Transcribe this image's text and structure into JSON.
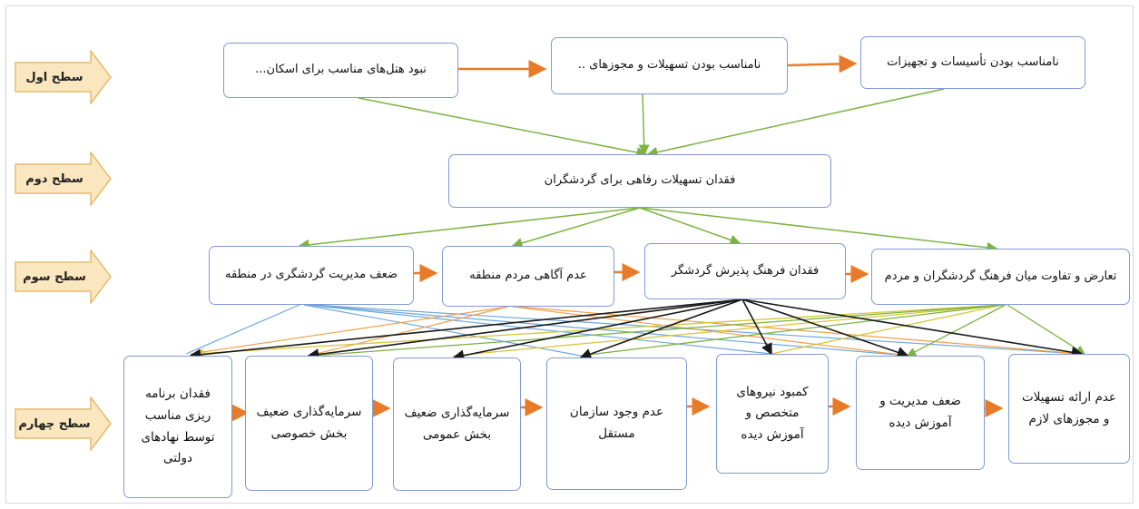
{
  "levels": [
    {
      "id": "l1",
      "label": "سطح اول"
    },
    {
      "id": "l2",
      "label": "سطح دوم"
    },
    {
      "id": "l3",
      "label": "سطح سوم"
    },
    {
      "id": "l4",
      "label": "سطح چهارم"
    }
  ],
  "nodes": {
    "l1a": "نبود هتل‌های مناسب برای اسکان...",
    "l1b": "نامناسب بودن تسهیلات و مجوزهای ..",
    "l1c": "نامناسب بودن تأسیسات و تجهیزات",
    "l2a": "فقدان تسهیلات رفاهی برای گردشگران",
    "l3a": "ضعف مدیریت گردشگری در منطقه",
    "l3b": "عدم آگاهی مردم منطقه",
    "l3c": "فقدان فرهنگ پذیرش گردشگر",
    "l3d": "تعارض و تفاوت میان فرهنگ گردشگران و مردم",
    "l4a": "فقدان برنامه ریزی مناسب توسط نهادهای دولتی",
    "l4b": "سرمایه‌گذاری ضعیف بخش خصوصی",
    "l4c": "سرمایه‌گذاری ضعیف بخش عمومی",
    "l4d": "عدم وجود سازمان مستقل",
    "l4e": "کمبود نیروهای متخصص و آموزش دیده",
    "l4f": "ضعف مدیریت و آموزش دیده",
    "l4g": "عدم ارائه تسهیلات و مجوزهای لازم"
  },
  "colors": {
    "node_border": "#7f9bd6",
    "level_arrow_fill": "#fbe7bf",
    "level_arrow_stroke": "#e3bb6e",
    "horizontal_arrow": "#e87b2a",
    "green": "#7cb342",
    "black": "#1a1a1a",
    "blue": "#6fa8dc",
    "orange": "#f0a04b",
    "yellow": "#d8c53a"
  }
}
